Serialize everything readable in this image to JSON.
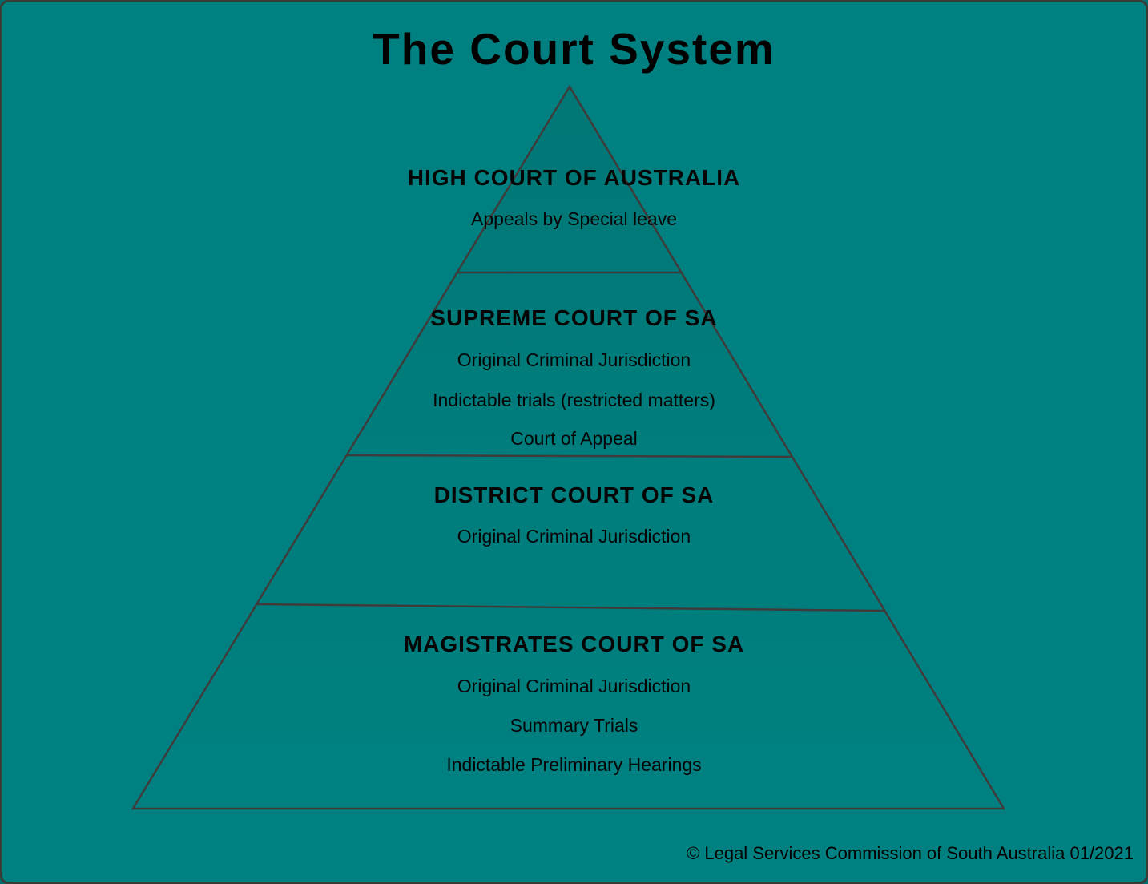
{
  "title": "The Court System",
  "colors": {
    "background": "#008080",
    "outline": "#3f3b3b",
    "text": "#000000"
  },
  "pyramid": {
    "tiers": [
      {
        "name": "HIGH COURT OF AUSTRALIA",
        "lines": [
          "Appeals by Special leave"
        ]
      },
      {
        "name": "SUPREME COURT OF SA",
        "lines": [
          "Original Criminal Jurisdiction",
          "Indictable trials (restricted matters)",
          "Court of Appeal"
        ]
      },
      {
        "name": "DISTRICT COURT OF SA",
        "lines": [
          "Original Criminal Jurisdiction"
        ]
      },
      {
        "name": "MAGISTRATES COURT OF SA",
        "lines": [
          "Original Criminal Jurisdiction",
          "Summary Trials",
          "Indictable Preliminary Hearings"
        ]
      }
    ]
  },
  "footer": {
    "copyright": "© Legal Services Commission of South Australia 01/2021"
  }
}
